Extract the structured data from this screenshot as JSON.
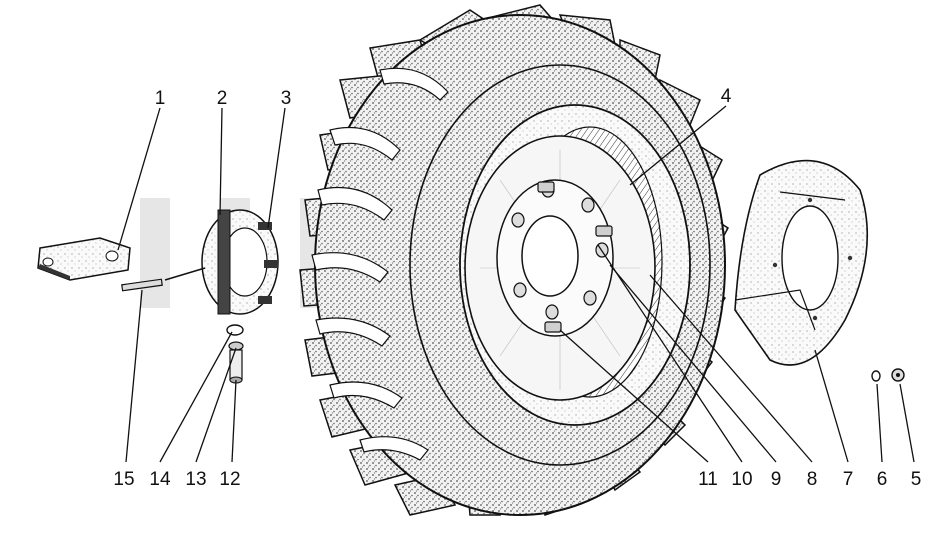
{
  "callouts": [
    {
      "id": "1",
      "text": "1"
    },
    {
      "id": "2",
      "text": "2"
    },
    {
      "id": "3",
      "text": "3"
    },
    {
      "id": "4",
      "text": "4"
    },
    {
      "id": "5",
      "text": "5"
    },
    {
      "id": "6",
      "text": "6"
    },
    {
      "id": "7",
      "text": "7"
    },
    {
      "id": "8",
      "text": "8"
    },
    {
      "id": "9",
      "text": "9"
    },
    {
      "id": "10",
      "text": "10"
    },
    {
      "id": "11",
      "text": "11"
    },
    {
      "id": "12",
      "text": "12"
    },
    {
      "id": "13",
      "text": "13"
    },
    {
      "id": "14",
      "text": "14"
    },
    {
      "id": "15",
      "text": "15"
    }
  ],
  "colors": {
    "ink": "#111111",
    "paper": "#ffffff",
    "stipple": "#555555",
    "watermark": "#e6e6e6"
  }
}
